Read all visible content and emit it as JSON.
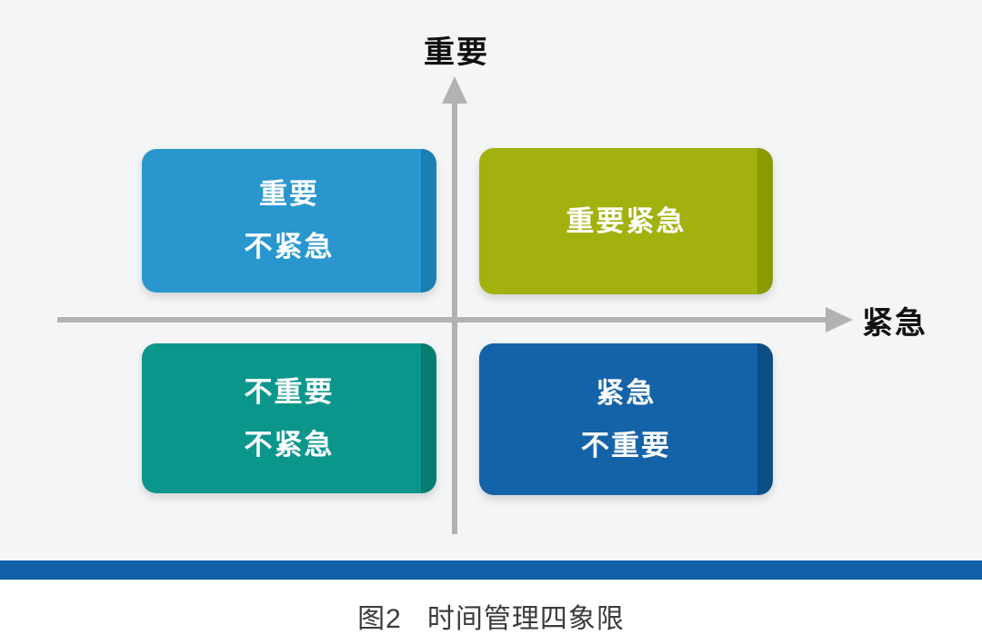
{
  "diagram": {
    "background_color": "#f4f5f6",
    "axis_color": "#b2b2b2",
    "y_axis_label": "重要",
    "x_axis_label": "紧急",
    "quadrants": [
      {
        "id": "important-not-urgent",
        "position": "top-left",
        "lines": [
          "重要",
          "不紧急"
        ],
        "color": "#2997ce",
        "edge_color": "#1b7fb4"
      },
      {
        "id": "important-urgent",
        "position": "top-right",
        "lines": [
          "重要紧急"
        ],
        "color": "#a2b10d",
        "edge_color": "#8a9a04"
      },
      {
        "id": "not-important-not-urgent",
        "position": "bottom-left",
        "lines": [
          "不重要",
          "不紧急"
        ],
        "color": "#0b968c",
        "edge_color": "#057d71"
      },
      {
        "id": "urgent-not-important",
        "position": "bottom-right",
        "lines": [
          "紧急",
          "不重要"
        ],
        "color": "#1463a9",
        "edge_color": "#0d4e85"
      }
    ],
    "divider_bar_color": "#1161a8",
    "caption": {
      "figure_label": "图2",
      "title": "时间管理四象限"
    }
  }
}
